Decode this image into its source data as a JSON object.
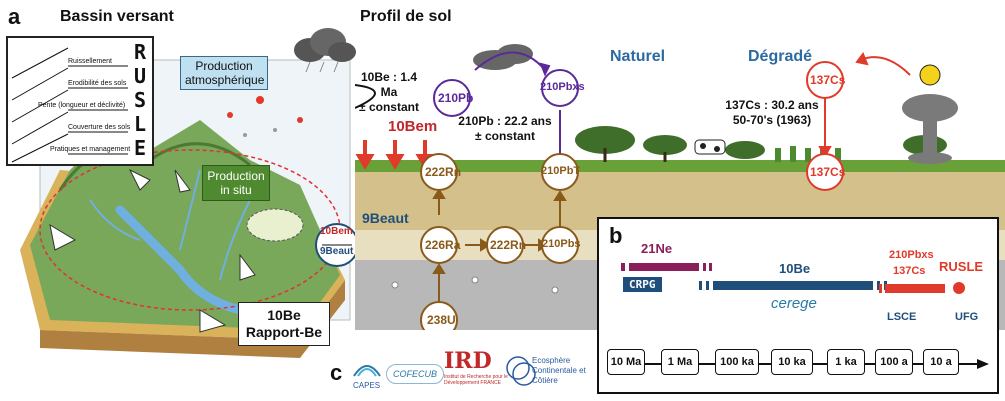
{
  "panel_a": {
    "letter": "a",
    "title_left": "Bassin versant",
    "title_right": "Profil de sol",
    "rusle": {
      "letters": [
        "R",
        "U",
        "S",
        "L",
        "E"
      ],
      "lines": [
        "Ruissellement",
        "Erodibilité des sols",
        "Pente (longueur et déclivité)",
        "Couverture des sols",
        "Pratiques et management"
      ]
    },
    "production_atmo": "Production atmosphérique",
    "production_insitu": "Production in situ",
    "be_ratio_top": "10Bem",
    "be_ratio_bottom": "9Beaut",
    "rapport": {
      "line1": "10Be",
      "line2": "Rapport-Be"
    },
    "naturel": "Naturel",
    "degrade": "Dégradé",
    "be10_info": {
      "line1": "10Be : 1.4 Ma",
      "line2": "± constant"
    },
    "pb210_info": {
      "line1": "210Pb : 22.2 ans",
      "line2": "± constant"
    },
    "cs137_info": {
      "line1": "137Cs : 30.2 ans",
      "line2": "50-70's (1963)"
    },
    "be10m_label": "10Bem",
    "be9aut_label": "9Beaut",
    "nodes": {
      "pb210": "210Pb",
      "pb210xs": "210Pbxs",
      "rn222_top": "222Rn",
      "pb210t": "210PbT",
      "ra226": "226Ra",
      "rn222_mid": "222Rn",
      "pb210s": "210Pbs",
      "u238": "238U",
      "cs137_top": "137Cs",
      "cs137_bottom": "137Cs"
    }
  },
  "panel_b": {
    "letter": "b",
    "ne21": "21Ne",
    "crpg": "CRPG",
    "be10": "10Be",
    "cerege": "cerege",
    "pb210xs": "210Pbxs",
    "cs137": "137Cs",
    "rusle": "RUSLE",
    "lsce": "LSCE",
    "ufg": "UFG",
    "scale": [
      "10 Ma",
      "1 Ma",
      "100 ka",
      "10 ka",
      "1 ka",
      "100 a",
      "10 a"
    ]
  },
  "panel_c": {
    "letter": "c",
    "capes": "CAPES",
    "cofecub": "COFECUB",
    "ird": "IRD",
    "ird_sub": "Institut de Recherche pour le Développement FRANCE",
    "ecosphere": [
      "Ecosphère",
      "Continentale et",
      "Côtière"
    ]
  },
  "colors": {
    "pb": "#5b2a9a",
    "ra": "#8a5a1a",
    "red": "#e03a2a",
    "be_blue": "#1f4e7a",
    "ne_purple": "#8a1f5a",
    "naturel_blue": "#2c6aa0"
  }
}
